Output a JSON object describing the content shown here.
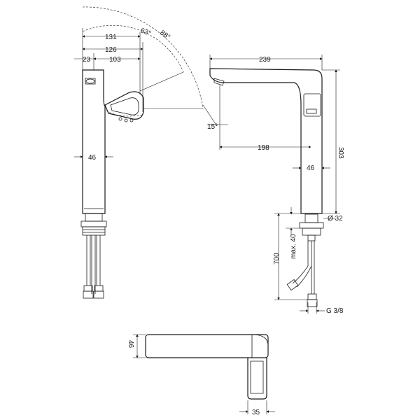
{
  "dimensions": {
    "angle_63": "63°",
    "angle_88": "88°",
    "w131": "131",
    "w126": "126",
    "w23": "23",
    "w103": "103",
    "w46_side": "46",
    "angle_15": "15°",
    "w239": "239",
    "w198": "198",
    "h303": "303",
    "w46_front": "46",
    "d32": "Ø 32",
    "max40": "max. 40",
    "h700": "700",
    "g38": "G 3/8",
    "h46_top": "46",
    "w35": "35"
  }
}
